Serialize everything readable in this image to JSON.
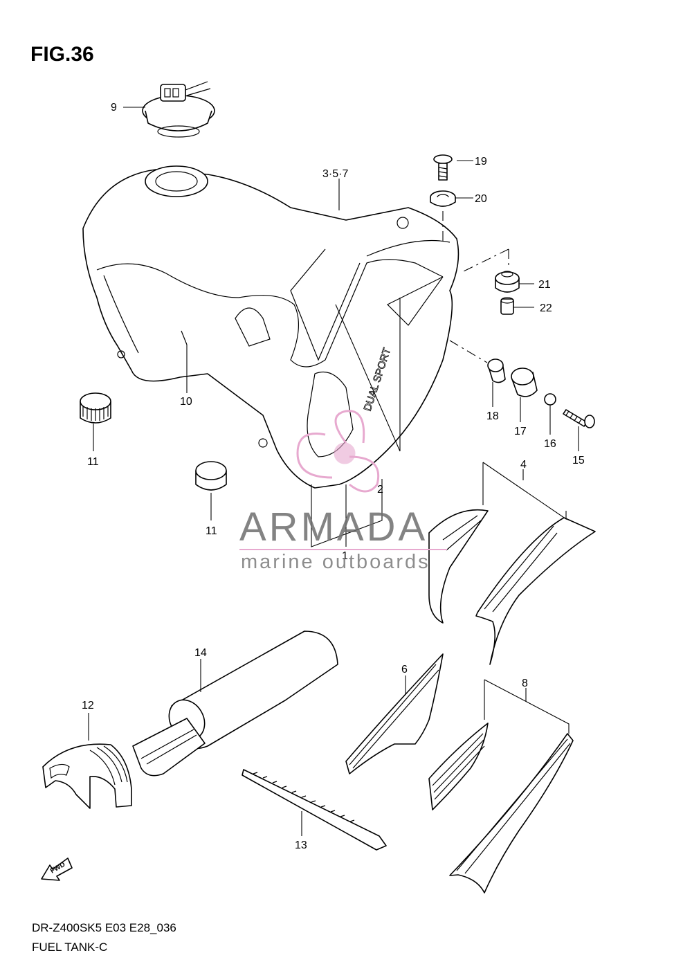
{
  "figure_title": "FIG.36",
  "footer": {
    "model_code": "DR-Z400SK5 E03 E28_036",
    "section_name": "FUEL TANK-C"
  },
  "watermark": {
    "brand": "ARMADA",
    "tagline": "marine outboards",
    "accent_color": "#e7a9cf"
  },
  "decal_text": "DUAL SPORT",
  "fwd_label": "FWD",
  "callouts": {
    "c1": "1",
    "c2": "2",
    "c357": "3·5·7",
    "c4": "4",
    "c6": "6",
    "c8": "8",
    "c9": "9",
    "c10": "10",
    "c11a": "11",
    "c11b": "11",
    "c12": "12",
    "c13": "13",
    "c14": "14",
    "c15": "15",
    "c16": "16",
    "c17": "17",
    "c18": "18",
    "c19": "19",
    "c20": "20",
    "c21": "21",
    "c22": "22"
  }
}
